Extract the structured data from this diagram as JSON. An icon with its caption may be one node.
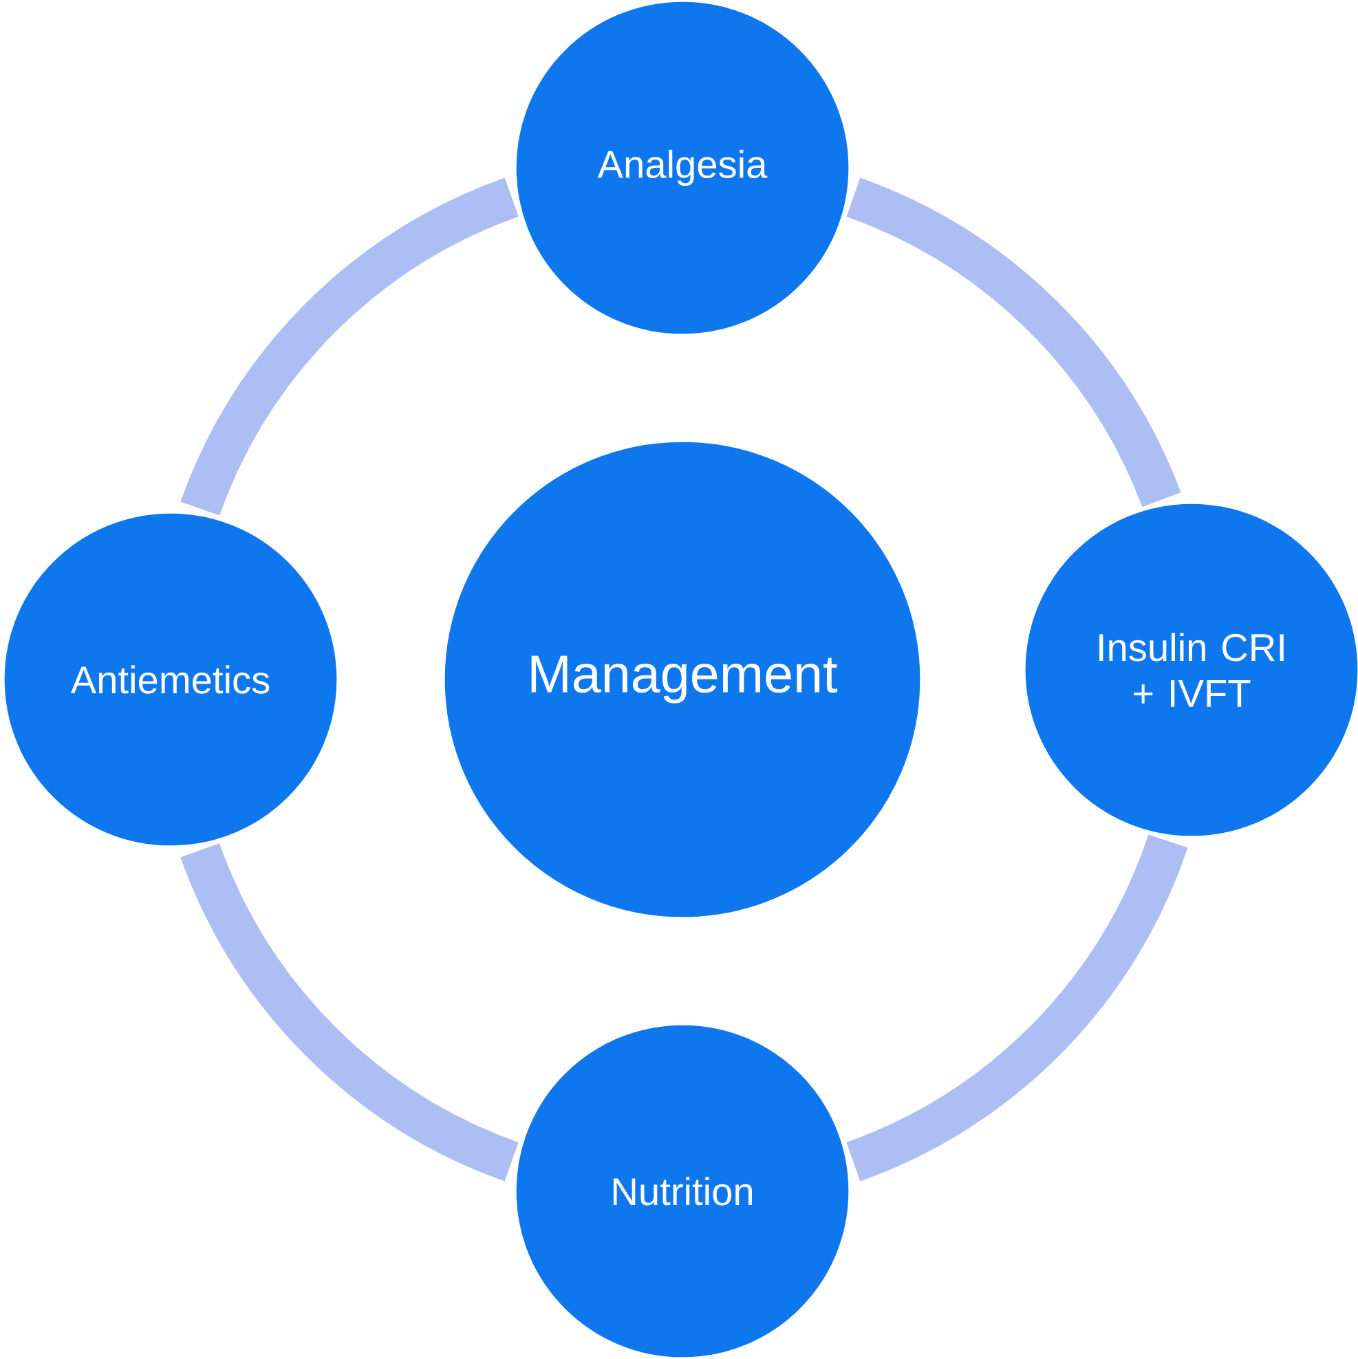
{
  "diagram": {
    "nodes": [
      {
        "text": [
          "Analgesia"
        ]
      },
      {
        "text": [
          "Antiemetics"
        ]
      },
      {
        "text": [
          "Management"
        ]
      },
      {
        "text": [
          "Insulin CRI + IVFT"
        ]
      },
      {
        "text": [
          "Nutrition"
        ]
      }
    ],
    "edges": [
      {
        "from": 0,
        "to": 3,
        "arrow": "none"
      },
      {
        "from": 3,
        "to": 4,
        "arrow": "none"
      },
      {
        "from": 4,
        "to": 1,
        "arrow": "none"
      },
      {
        "from": 1,
        "to": 0,
        "arrow": "none"
      }
    ]
  }
}
